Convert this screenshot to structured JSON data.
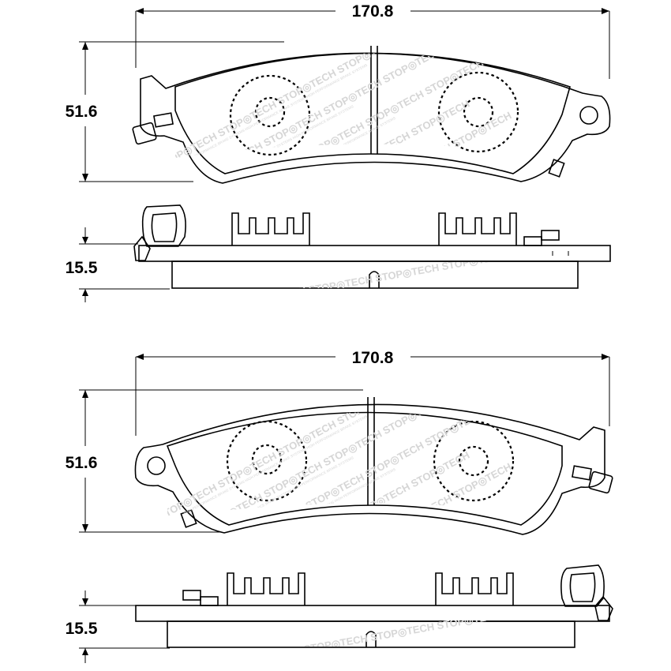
{
  "brand_watermark": {
    "main": "STOP TECH",
    "sub": "HIGH PERFORMANCE BRAKE SYSTEMS"
  },
  "views": [
    {
      "id": "pad-top",
      "width_label": "170.8",
      "height_label": "51.6",
      "thickness_label": "15.5"
    },
    {
      "id": "pad-bottom",
      "width_label": "170.8",
      "height_label": "51.6",
      "thickness_label": "15.5"
    }
  ]
}
